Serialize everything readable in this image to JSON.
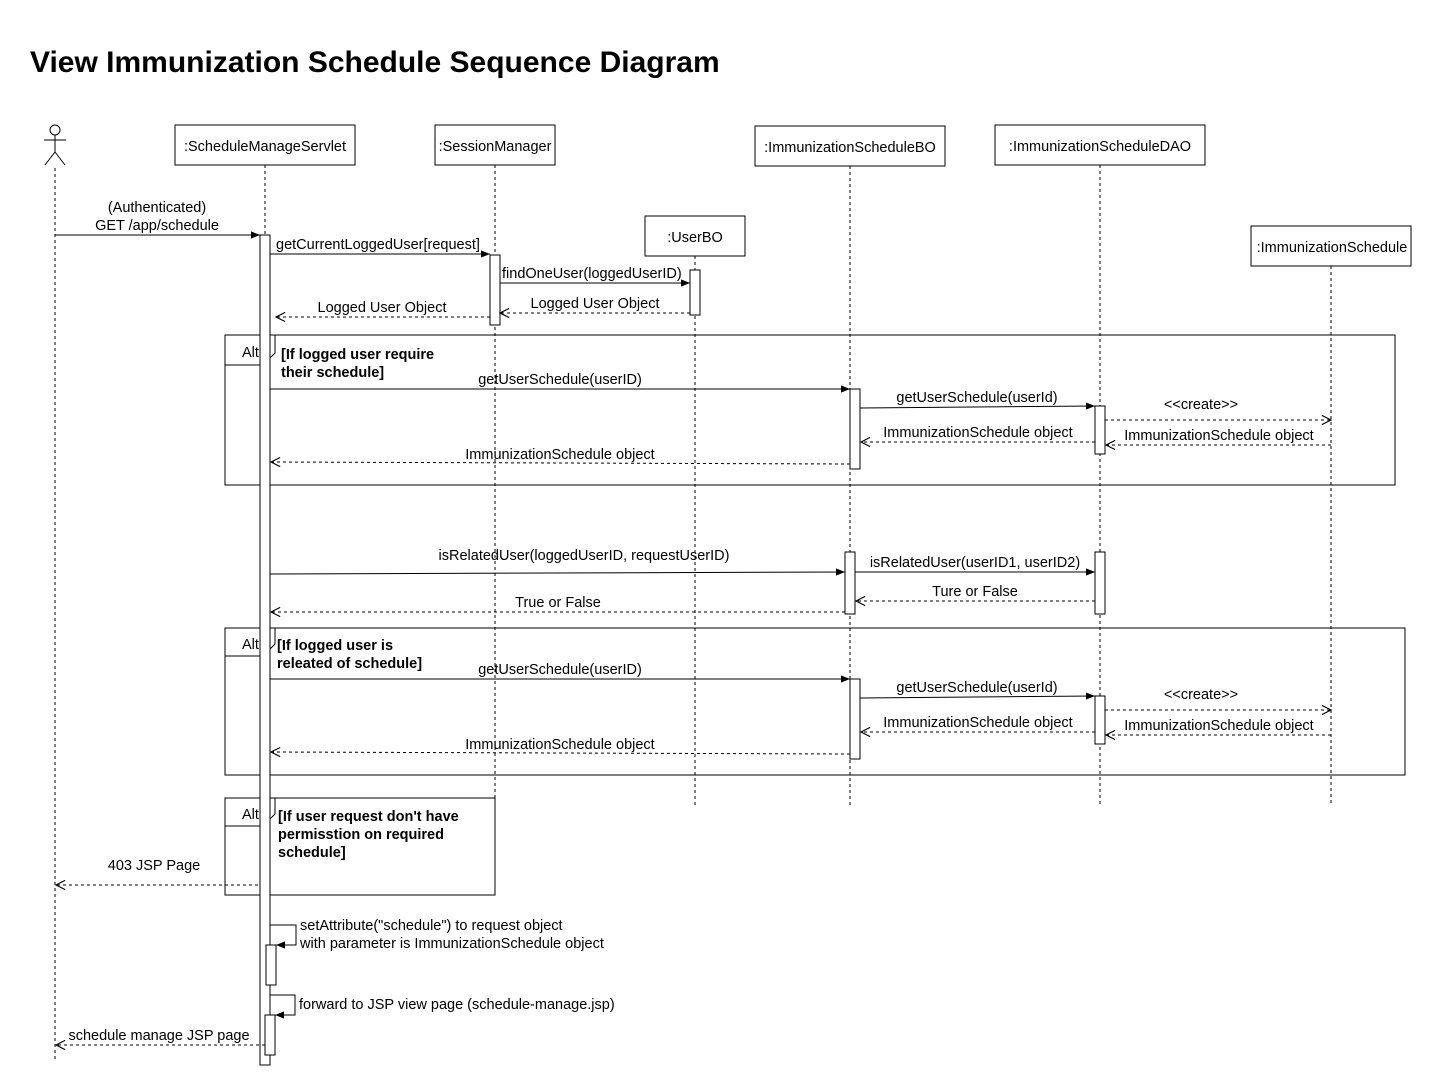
{
  "title": "View Immunization Schedule Sequence Diagram",
  "participants": [
    {
      "id": "actor",
      "label": "",
      "kind": "actor"
    },
    {
      "id": "servlet",
      "label": ":ScheduleManageServlet"
    },
    {
      "id": "session",
      "label": ":SessionManager"
    },
    {
      "id": "userbo",
      "label": ":UserBO"
    },
    {
      "id": "isbo",
      "label": ":ImmunizationScheduleBO"
    },
    {
      "id": "isdao",
      "label": ":ImmunizationScheduleDAO"
    },
    {
      "id": "is",
      "label": ":ImmunizationSchedule"
    }
  ],
  "fragments": [
    {
      "id": "alt1",
      "operator": "Alt",
      "guard": [
        "[If logged user require",
        "their schedule]"
      ]
    },
    {
      "id": "alt2",
      "operator": "Alt",
      "guard": [
        "[If logged user is",
        "releated of schedule]"
      ]
    },
    {
      "id": "alt3",
      "operator": "Alt",
      "guard": [
        "[If user request don't have",
        "permisstion on required",
        "schedule]"
      ]
    }
  ],
  "messages": [
    {
      "id": "m1",
      "from": "actor",
      "to": "servlet",
      "kind": "sync",
      "label": [
        "(Authenticated)",
        "GET /app/schedule"
      ]
    },
    {
      "id": "m2",
      "from": "servlet",
      "to": "session",
      "kind": "sync",
      "label": [
        "getCurrentLoggedUser[request]"
      ]
    },
    {
      "id": "m3",
      "from": "session",
      "to": "userbo",
      "kind": "sync",
      "label": [
        "findOneUser(loggedUserID)"
      ]
    },
    {
      "id": "m4",
      "from": "userbo",
      "to": "session",
      "kind": "return",
      "label": [
        "Logged User Object"
      ]
    },
    {
      "id": "m5",
      "from": "session",
      "to": "servlet",
      "kind": "return",
      "label": [
        "Logged User Object"
      ]
    },
    {
      "id": "m6",
      "from": "servlet",
      "to": "isbo",
      "kind": "sync",
      "label": [
        "getUserSchedule(userID)"
      ]
    },
    {
      "id": "m7",
      "from": "isbo",
      "to": "isdao",
      "kind": "sync",
      "label": [
        "getUserSchedule(userId)"
      ]
    },
    {
      "id": "m8",
      "from": "isdao",
      "to": "is",
      "kind": "create",
      "label": [
        "<<create>>"
      ]
    },
    {
      "id": "m9",
      "from": "is",
      "to": "isdao",
      "kind": "return",
      "label": [
        "ImmunizationSchedule object"
      ]
    },
    {
      "id": "m10",
      "from": "isdao",
      "to": "isbo",
      "kind": "return",
      "label": [
        "ImmunizationSchedule object"
      ]
    },
    {
      "id": "m11",
      "from": "isbo",
      "to": "servlet",
      "kind": "return",
      "label": [
        "ImmunizationSchedule object"
      ]
    },
    {
      "id": "m12",
      "from": "servlet",
      "to": "isbo",
      "kind": "sync",
      "label": [
        "isRelatedUser(loggedUserID, requestUserID)"
      ]
    },
    {
      "id": "m13",
      "from": "isbo",
      "to": "isdao",
      "kind": "sync",
      "label": [
        "isRelatedUser(userID1, userID2)"
      ]
    },
    {
      "id": "m14",
      "from": "isdao",
      "to": "isbo",
      "kind": "return",
      "label": [
        "Ture or False"
      ]
    },
    {
      "id": "m15",
      "from": "isbo",
      "to": "servlet",
      "kind": "return",
      "label": [
        "True or False"
      ]
    },
    {
      "id": "m16",
      "from": "servlet",
      "to": "isbo",
      "kind": "sync",
      "label": [
        "getUserSchedule(userID)"
      ]
    },
    {
      "id": "m17",
      "from": "isbo",
      "to": "isdao",
      "kind": "sync",
      "label": [
        "getUserSchedule(userId)"
      ]
    },
    {
      "id": "m18",
      "from": "isdao",
      "to": "is",
      "kind": "create",
      "label": [
        "<<create>>"
      ]
    },
    {
      "id": "m19",
      "from": "is",
      "to": "isdao",
      "kind": "return",
      "label": [
        "ImmunizationSchedule object"
      ]
    },
    {
      "id": "m20",
      "from": "isdao",
      "to": "isbo",
      "kind": "return",
      "label": [
        "ImmunizationSchedule object"
      ]
    },
    {
      "id": "m21",
      "from": "isbo",
      "to": "servlet",
      "kind": "return",
      "label": [
        "ImmunizationSchedule object"
      ]
    },
    {
      "id": "m22",
      "from": "servlet",
      "to": "actor",
      "kind": "return",
      "label": [
        "403 JSP Page"
      ]
    },
    {
      "id": "m23",
      "from": "servlet",
      "to": "servlet",
      "kind": "self",
      "label": [
        "setAttribute(\"schedule\") to request object",
        "with parameter is ImmunizationSchedule object"
      ]
    },
    {
      "id": "m24",
      "from": "servlet",
      "to": "servlet",
      "kind": "self",
      "label": [
        "forward to JSP view page (schedule-manage.jsp)"
      ]
    },
    {
      "id": "m25",
      "from": "servlet",
      "to": "actor",
      "kind": "return",
      "label": [
        "schedule manage JSP page"
      ]
    }
  ]
}
